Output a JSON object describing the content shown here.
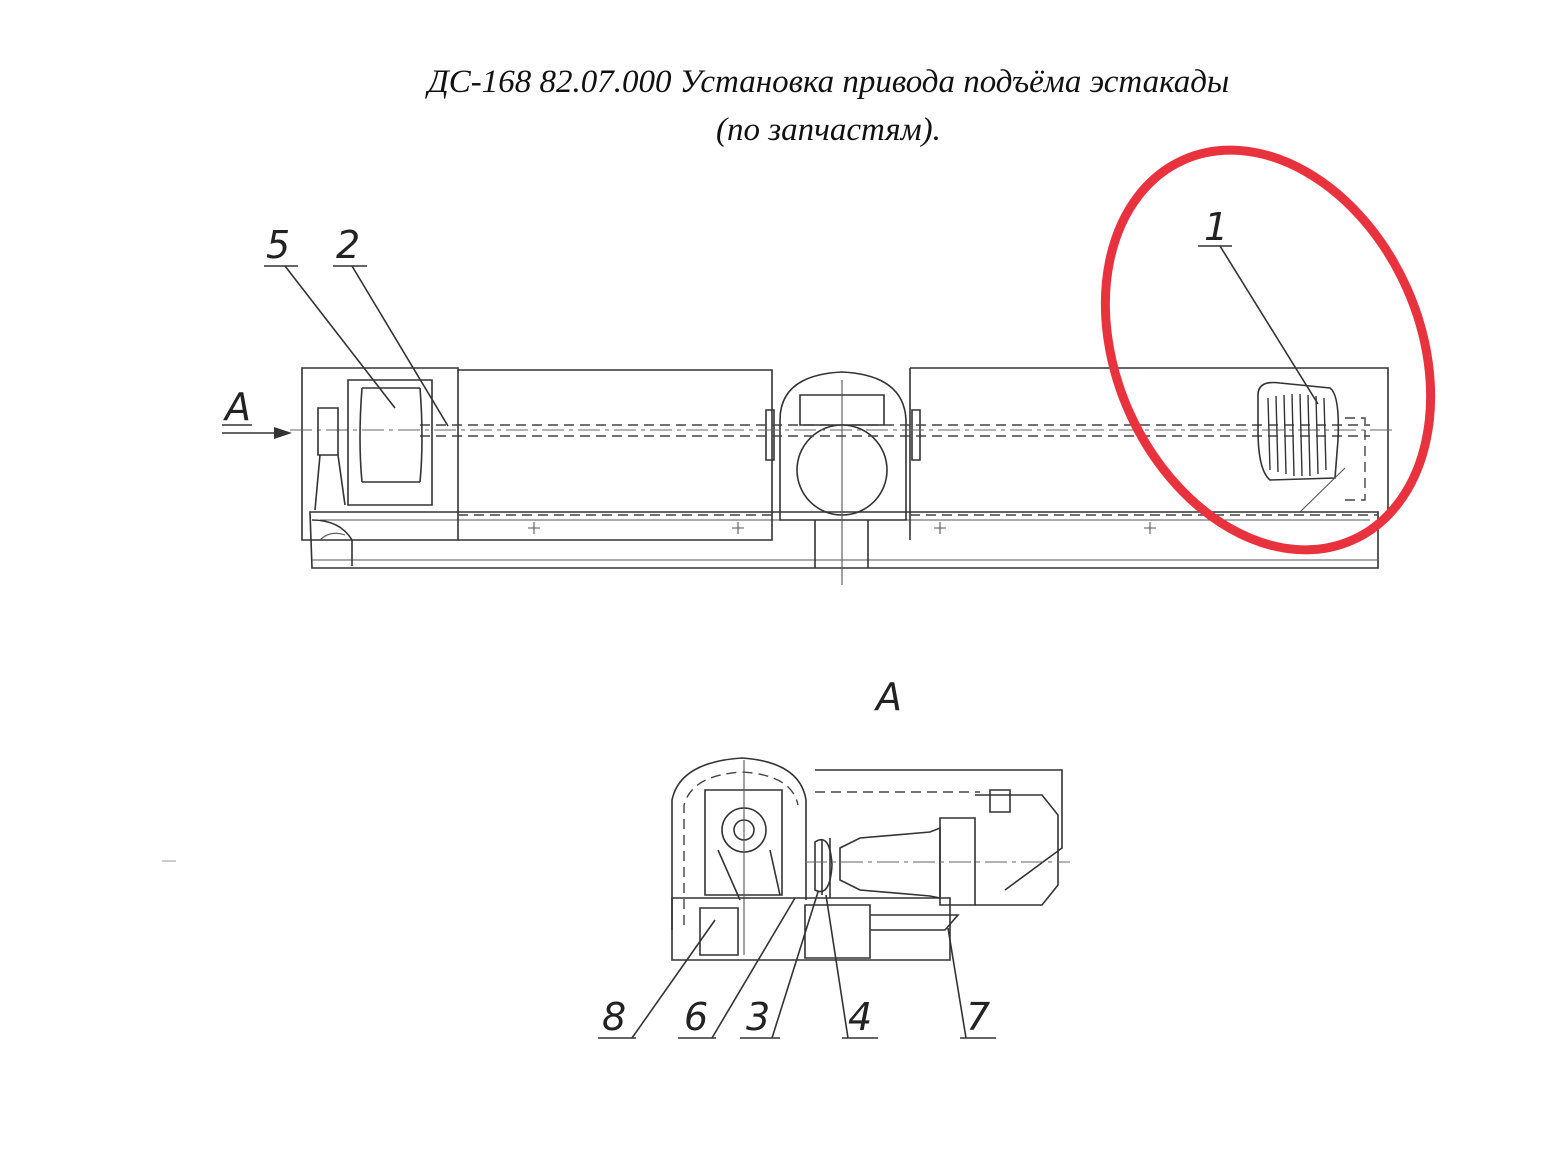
{
  "title": {
    "line1": "ДС-168 82.07.000 Установка привода подъёма эстакады",
    "line2": "(по запчастям)."
  },
  "view_label": "А",
  "view_arrow_label": "А",
  "callouts": {
    "c1": "1",
    "c2": "2",
    "c3": "3",
    "c4": "4",
    "c5": "5",
    "c6": "6",
    "c7": "7",
    "c8": "8"
  },
  "highlight": {
    "color": "#e8333f",
    "target": "1"
  }
}
